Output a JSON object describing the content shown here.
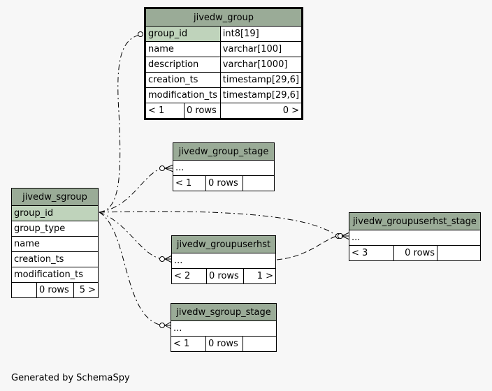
{
  "jivedw_group": {
    "title": "jivedw_group",
    "rows": [
      {
        "name": "group_id",
        "type": "int8[19]"
      },
      {
        "name": "name",
        "type": "varchar[100]"
      },
      {
        "name": "description",
        "type": "varchar[1000]"
      },
      {
        "name": "creation_ts",
        "type": "timestamp[29,6]"
      },
      {
        "name": "modification_ts",
        "type": "timestamp[29,6]"
      }
    ],
    "footer": {
      "parents": "< 1",
      "rows": "0 rows",
      "children": "0 >"
    }
  },
  "jivedw_group_stage": {
    "title": "jivedw_group_stage",
    "body": "...",
    "footer": {
      "parents": "< 1",
      "rows": "0 rows",
      "children": ""
    }
  },
  "jivedw_sgroup": {
    "title": "jivedw_sgroup",
    "rows": [
      "group_id",
      "group_type",
      "name",
      "creation_ts",
      "modification_ts"
    ],
    "footer": {
      "parents": "",
      "rows": "0 rows",
      "children": "5 >"
    }
  },
  "jivedw_groupuserhst_stage": {
    "title": "jivedw_groupuserhst_stage",
    "body": "...",
    "footer": {
      "parents": "< 3",
      "rows": "0 rows",
      "children": ""
    }
  },
  "jivedw_groupuserhst": {
    "title": "jivedw_groupuserhst",
    "body": "...",
    "footer": {
      "parents": "< 2",
      "rows": "0 rows",
      "children": "1 >"
    }
  },
  "jivedw_sgroup_stage": {
    "title": "jivedw_sgroup_stage",
    "body": "...",
    "footer": {
      "parents": "< 1",
      "rows": "0 rows",
      "children": ""
    }
  },
  "generated_by": "Generated by SchemaSpy"
}
